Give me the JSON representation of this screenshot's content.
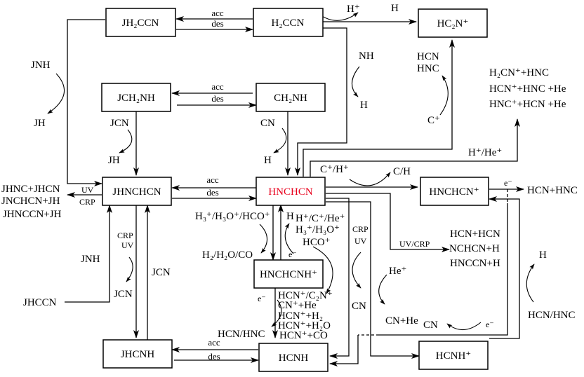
{
  "nodes": {
    "jh2ccn": "JH₂CCN",
    "h2ccn": "H₂CCN",
    "hc2n_plus": "HC₂N⁺",
    "jch2nh": "JCH₂NH",
    "ch2nh": "CH₂NH",
    "jhnchcn": "JHNCHCN",
    "hnchcn": "HNCHCN",
    "hnchcn_plus": "HNCHCN⁺",
    "hnchcnh_plus": "HNCHCNH⁺",
    "jhcnh": "JHCNH",
    "hcnh": "HCNH",
    "hcnh_plus": "HCNH⁺"
  },
  "focus_color": "#e8001c",
  "labels": {
    "acc": "acc",
    "des": "des",
    "h_plus_top": "H⁺",
    "h_top": "H",
    "jnh_top": "JNH",
    "jh_top": "JH",
    "nh": "NH",
    "h_nh": "H",
    "hcn": "HCN",
    "hnc": "HNC",
    "c_plus": "C⁺",
    "jcn_mid": "JCN",
    "jh_mid": "JH",
    "cn_mid": "CN",
    "h_mid": "H",
    "uv_left": "UV",
    "crp_left": "CRP",
    "c_plus_h_plus": "C⁺/H⁺",
    "c_h": "C/H",
    "h_plus_he_plus": "H⁺/He⁺",
    "e_minus": "e⁻",
    "h3_h3o_hco": "H₃⁺/H₃O⁺/HCO⁺",
    "h2_h2o_co": "H₂/H₂O/CO",
    "h_back": "H",
    "h_c_he_plus": "H⁺/C⁺/He⁺",
    "h3_h3o": "H₃⁺/H₃O⁺",
    "hco_plus": "HCO⁺",
    "crp_mid": "CRP",
    "uv_mid": "UV",
    "cn_crp": "CN",
    "uv_crp": "UV/CRP",
    "he_plus": "He⁺",
    "cn_he": "CN+He",
    "cn_e": "CN",
    "h_right": "H",
    "hcn_hnc_right": "HCN/HNC",
    "crp_low": "CRP",
    "uv_low": "UV",
    "jnh_low": "JNH",
    "jcn_low": "JCN",
    "jcn_up": "JCN",
    "jhccn": "JHCCN",
    "hcn_hnc_low": "HCN/HNC"
  },
  "product_groups": {
    "top_right": [
      "H₂CN⁺+HNC",
      "HCN⁺+HNC +He",
      "HNC⁺+HCN +He"
    ],
    "left": [
      "JHNC+JHCN",
      "JNCHCN+JH",
      "JHNCCN+JH"
    ],
    "uv_crp": [
      "HCN+HCN",
      "NCHCN+H",
      "HNCCN+H"
    ],
    "recomb": [
      "HCN⁺/C₂N⁺",
      "CN⁺+He",
      "HCN⁺+H₂",
      "HCN⁺+H₂O",
      "HCN⁺+CO"
    ],
    "hnchcn_plus_e": "HCN+HNC"
  }
}
